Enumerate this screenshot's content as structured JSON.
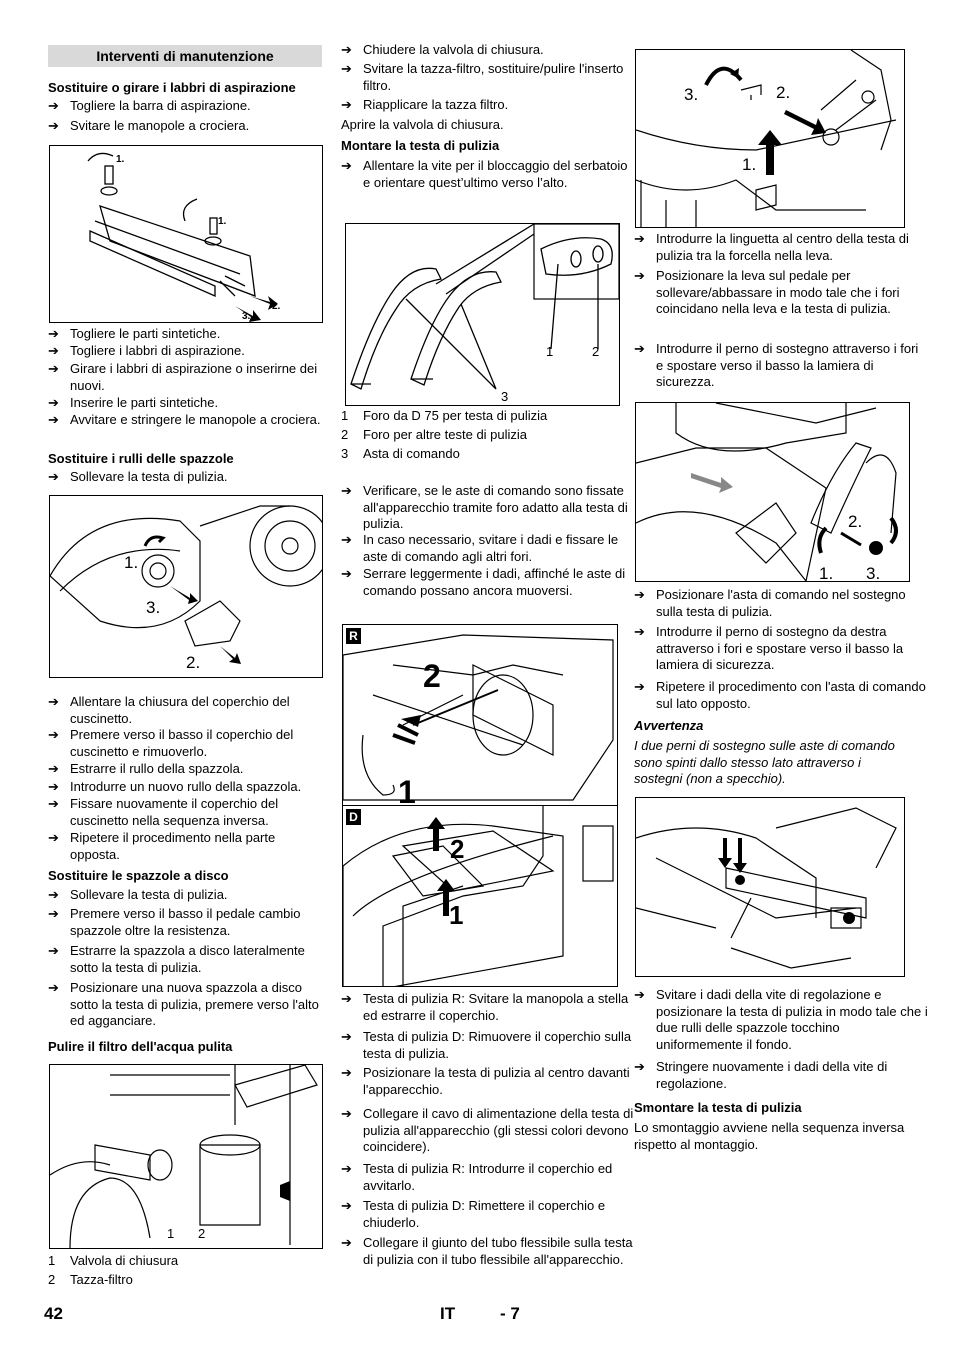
{
  "col1": {
    "box_title": "Interventi di manutenzione",
    "s1_title": "Sostituire o girare i labbri di aspirazione",
    "s1_a": [
      "Togliere la barra di aspirazione.",
      "Svitare le manopole a crociera."
    ],
    "fig1_labels": [
      "1.",
      "1.",
      "2.",
      "3."
    ],
    "s1_b": [
      "Togliere le parti sintetiche.",
      "Togliere i labbri di aspirazione.",
      "Girare i labbri di aspirazione o inserirne dei nuovi.",
      "Inserire le parti sintetiche.",
      "Avvitare e stringere le manopole a crociera."
    ],
    "s2_title": "Sostituire i rulli delle spazzole",
    "s2_a": [
      "Sollevare la testa di pulizia."
    ],
    "fig2_labels": [
      "1.",
      "3.",
      "2."
    ],
    "s2_b": [
      "Allentare la chiusura del coperchio del cuscinetto.",
      "Premere verso il basso il coperchio del cuscinetto e rimuoverlo.",
      "Estrarre il rullo della spazzola.",
      "Introdurre un nuovo rullo della spazzola.",
      "Fissare nuovamente il coperchio del cuscinetto nella sequenza inversa.",
      "Ripetere il procedimento nella parte opposta."
    ],
    "s3_title": "Sostituire le spazzole a disco",
    "s3": [
      "Sollevare la testa di pulizia.",
      "Premere verso il basso il pedale cambio spazzole oltre la resistenza.",
      "Estrarre la spazzola a disco lateralmente sotto la testa di pulizia.",
      "Posizionare una nuova spazzola a disco sotto la testa di pulizia, premere verso l'alto ed agganciare."
    ],
    "s4_title": "Pulire il filtro dell'acqua pulita",
    "fig3_labels": [
      "1",
      "2"
    ],
    "legend": [
      {
        "n": "1",
        "t": "Valvola di chiusura"
      },
      {
        "n": "2",
        "t": "Tazza-filtro"
      }
    ]
  },
  "col2": {
    "a": [
      "Chiudere la valvola di chiusura.",
      "Svitare la tazza-filtro, sostituire/pulire l'inserto filtro.",
      "Riapplicare la tazza filtro."
    ],
    "plain1": "Aprire la valvola di chiusura.",
    "title": "Montare la testa di pulizia",
    "b": [
      "Allentare la vite per il bloccaggio del serbatoio e orientare quest’ultimo verso l’alto."
    ],
    "fig4_labels": [
      "1",
      "2",
      "3"
    ],
    "legend": [
      {
        "n": "1",
        "t": "Foro da D 75 per testa di pulizia"
      },
      {
        "n": "2",
        "t": "Foro per altre teste di pulizia"
      },
      {
        "n": "3",
        "t": "Asta di comando"
      }
    ],
    "c": [
      "Verificare, se le aste di comando sono fissate all'apparecchio tramite foro adatto alla testa di pulizia.",
      "In caso necessario, svitare i dadi e fissare le aste di comando agli altri fori.",
      "Serrare leggermente i dadi, affinché le aste di comando possano ancora muoversi."
    ],
    "fig5_flags": [
      "R",
      "D"
    ],
    "fig5_numbers": [
      "2",
      "1",
      "2",
      "1"
    ],
    "d": [
      "Testa di pulizia R: Svitare la manopola a stella ed estrarre il coperchio.",
      "Testa di pulizia D: Rimuovere il coperchio sulla testa di pulizia.",
      "Posizionare la testa di pulizia al centro davanti l'apparecchio."
    ],
    "e": [
      "Collegare il cavo di alimentazione della testa di pulizia all'apparecchio (gli stessi colori devono coincidere).",
      "Testa di pulizia R: Introdurre il coperchio ed avvitarlo.",
      "Testa di pulizia D: Rimettere il coperchio e chiuderlo.",
      "Collegare il giunto del tubo flessibile sulla testa di pulizia con il tubo flessibile all'apparecchio."
    ]
  },
  "col3": {
    "fig6_labels": [
      "3.",
      "2.",
      "1."
    ],
    "a": [
      "Introdurre la linguetta al centro della testa di pulizia tra la forcella nella leva.",
      "Posizionare la leva sul pedale per sollevare/abbassare in modo tale che i fori coincidano nella leva e la testa di pulizia.",
      "Introdurre il perno di sostegno attraverso i fori e spostare verso il basso la lamiera di sicurezza."
    ],
    "fig7_labels": [
      "2.",
      "1.",
      "3."
    ],
    "b": [
      "Posizionare l'asta di comando nel sostegno sulla testa di pulizia.",
      "Introdurre il perno di sostegno da destra attraverso i fori e spostare verso il basso la lamiera di sicurezza.",
      "Ripetere il procedimento con l'asta di comando sul lato opposto."
    ],
    "note_title": "Avvertenza",
    "note_text": "I due perni di sostegno sulle aste di comando sono spinti dallo stesso lato attraverso i sostegni (non a specchio).",
    "c": [
      "Svitare i dadi della vite di regolazione e posizionare la testa di pulizia in modo tale che i due rulli delle spazzole tocchino uniformemente il fondo.",
      "Stringere nuovamente i dadi della vite di regolazione."
    ],
    "title": "Smontare la testa di pulizia",
    "plain": "Lo smontaggio avviene nella sequenza inversa rispetto al montaggio."
  },
  "footer": {
    "page": "42",
    "lang": "IT",
    "sub": "- 7"
  }
}
